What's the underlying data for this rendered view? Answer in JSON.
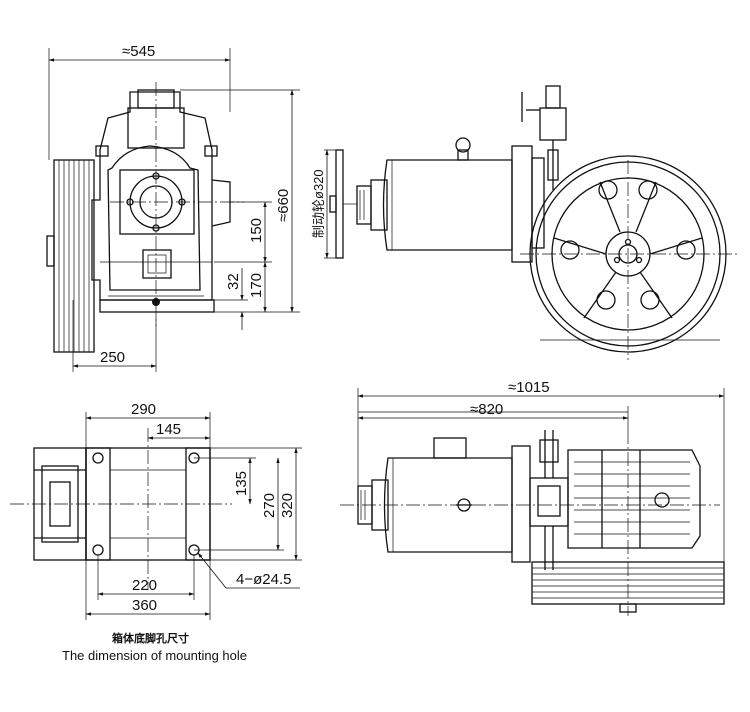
{
  "front_view": {
    "width_label": "≈545",
    "height_label": "≈660",
    "offset_150": "150",
    "offset_170": "170",
    "offset_32": "32",
    "base_250": "250"
  },
  "side_view": {
    "brake_wheel_label": "制动轮ø320"
  },
  "mount_view": {
    "dim_290": "290",
    "dim_145": "145",
    "dim_135": "135",
    "dim_270": "270",
    "dim_320": "320",
    "dim_220": "220",
    "dim_360": "360",
    "holes_label": "4−ø24.5",
    "caption_cn": "箱体底脚孔尺寸",
    "caption_en": "The dimension of mounting hole"
  },
  "top_view": {
    "total_length": "≈1015",
    "length_820": "≈820"
  }
}
